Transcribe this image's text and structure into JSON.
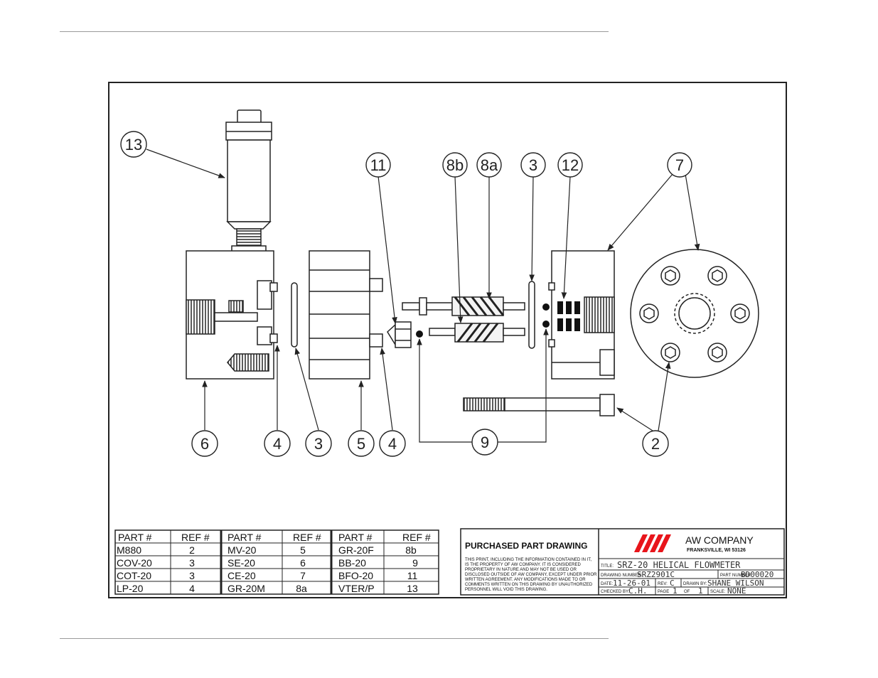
{
  "drawing": {
    "callouts": {
      "c13": "13",
      "c11": "11",
      "c8b": "8b",
      "c8a": "8a",
      "c3top": "3",
      "c12": "12",
      "c7": "7",
      "c6": "6",
      "c4a": "4",
      "c3b": "3",
      "c5": "5",
      "c4b": "4",
      "c9": "9",
      "c2": "2"
    }
  },
  "parts_table": {
    "headers": [
      "PART #",
      "REF #",
      "PART #",
      "REF #",
      "PART #",
      "REF #"
    ],
    "rows": [
      [
        "M880",
        "2",
        "MV-20",
        "5",
        "GR-20F",
        "8b"
      ],
      [
        "COV-20",
        "3",
        "SE-20",
        "6",
        "BB-20",
        "9"
      ],
      [
        "COT-20",
        "3",
        "CE-20",
        "7",
        "BFO-20",
        "11"
      ],
      [
        "LP-20",
        "4",
        "GR-20M",
        "8a",
        "VTER/P",
        "13"
      ]
    ]
  },
  "title_block": {
    "heading": "PURCHASED PART DRAWING",
    "notice_lines": [
      "THIS PRINT, INCLUDING THE INFORMATION CONTAINED IN IT,",
      "IS THE PROPERTY OF AW COMPANY. IT IS CONSIDERED",
      "PROPRIETARY IN NATURE AND MAY NOT BE USED OR",
      "DISCLOSED OUTSIDE OF AW COMPANY, EXCEPT UNDER PRIOR",
      "WRITTEN AGREEMENT. ANY MODIFICATIONS MADE TO OR",
      "COMMENTS WRITTEN ON THIS DRAWING BY UNAUTHORIZED",
      "PERSONNEL WILL VOID THIS DRAWING."
    ],
    "company": "AW COMPANY",
    "location": "FRANKSVILLE, WI 53126",
    "title_label": "TITLE:",
    "title_value": "SRZ-20 HELICAL FLOWMETER",
    "drawing_number_label": "DRAWING NUMBER:",
    "drawing_number": "SRZ2901C",
    "part_number_label": "PART NUMBER:",
    "part_number": "BD00020",
    "date_label": "DATE:",
    "date": "11-26-01",
    "rev_label": "REV:",
    "rev": "C",
    "drawn_by_label": "DRAWN BY:",
    "drawn_by": "SHANE WILSON",
    "checked_by_label": "CHECKED BY:",
    "checked_by": "C.H.",
    "page_label": "PAGE",
    "page": "1",
    "of_label": "OF",
    "of": "1",
    "scale_label": "SCALE:",
    "scale": "NONE",
    "brand_color": "#e8151b"
  }
}
